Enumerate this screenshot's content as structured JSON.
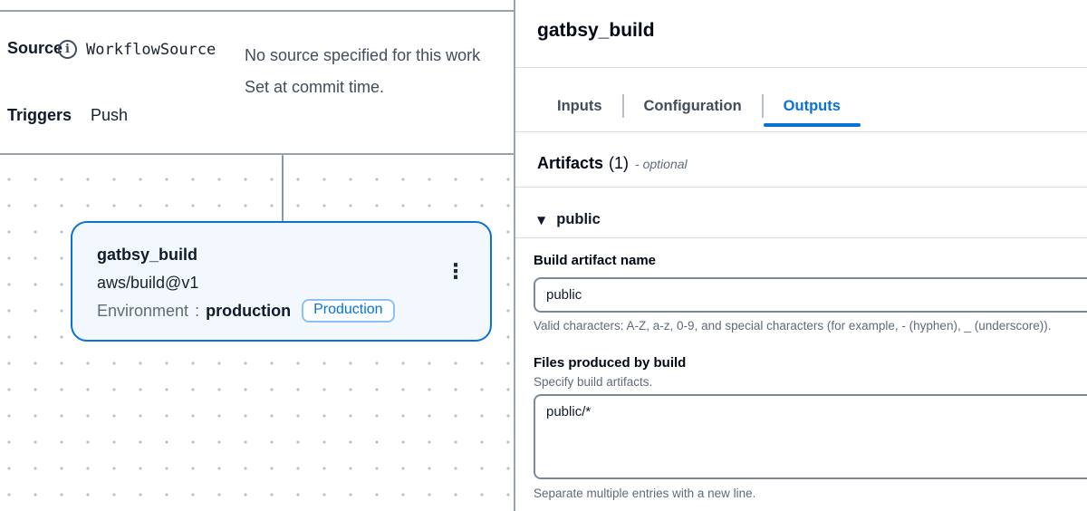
{
  "icons": {
    "info": "i",
    "collapse": "▼",
    "kebab": "⋮"
  },
  "colors": {
    "accent_blue": "#0972d3",
    "node_bg": "#f2f8fd",
    "node_border": "#0972d3",
    "text_dark": "#0f1b2a",
    "text_gray": "#5f6b7a",
    "input_border": "#7d8998"
  },
  "canvas": {
    "source": {
      "label": "Source",
      "key": "WorkflowSource",
      "message_line1": "No source specified for this work",
      "message_line2": "Set at commit time."
    },
    "triggers": {
      "label": "Triggers",
      "value": "Push"
    },
    "node": {
      "title": "gatbsy_build",
      "action": "aws/build@v1",
      "env_label": "Environment",
      "env_separator": ":",
      "env_value": "production",
      "badge": "Production"
    }
  },
  "panel": {
    "title": "gatbsy_build",
    "tabs": [
      {
        "label": "Inputs",
        "active": false
      },
      {
        "label": "Configuration",
        "active": false
      },
      {
        "label": "Outputs",
        "active": true
      }
    ],
    "artifacts": {
      "title": "Artifacts",
      "count": "(1)",
      "optional_label": "- optional"
    },
    "artifact": {
      "name": "public"
    },
    "fields": {
      "name": {
        "label": "Build artifact name",
        "value": "public",
        "help": "Valid characters: A-Z, a-z, 0-9, and special characters (for example, - (hyphen), _ (underscore))."
      },
      "files": {
        "label": "Files produced by build",
        "description": "Specify build artifacts.",
        "value": "public/*",
        "help": "Separate multiple entries with a new line."
      }
    }
  }
}
